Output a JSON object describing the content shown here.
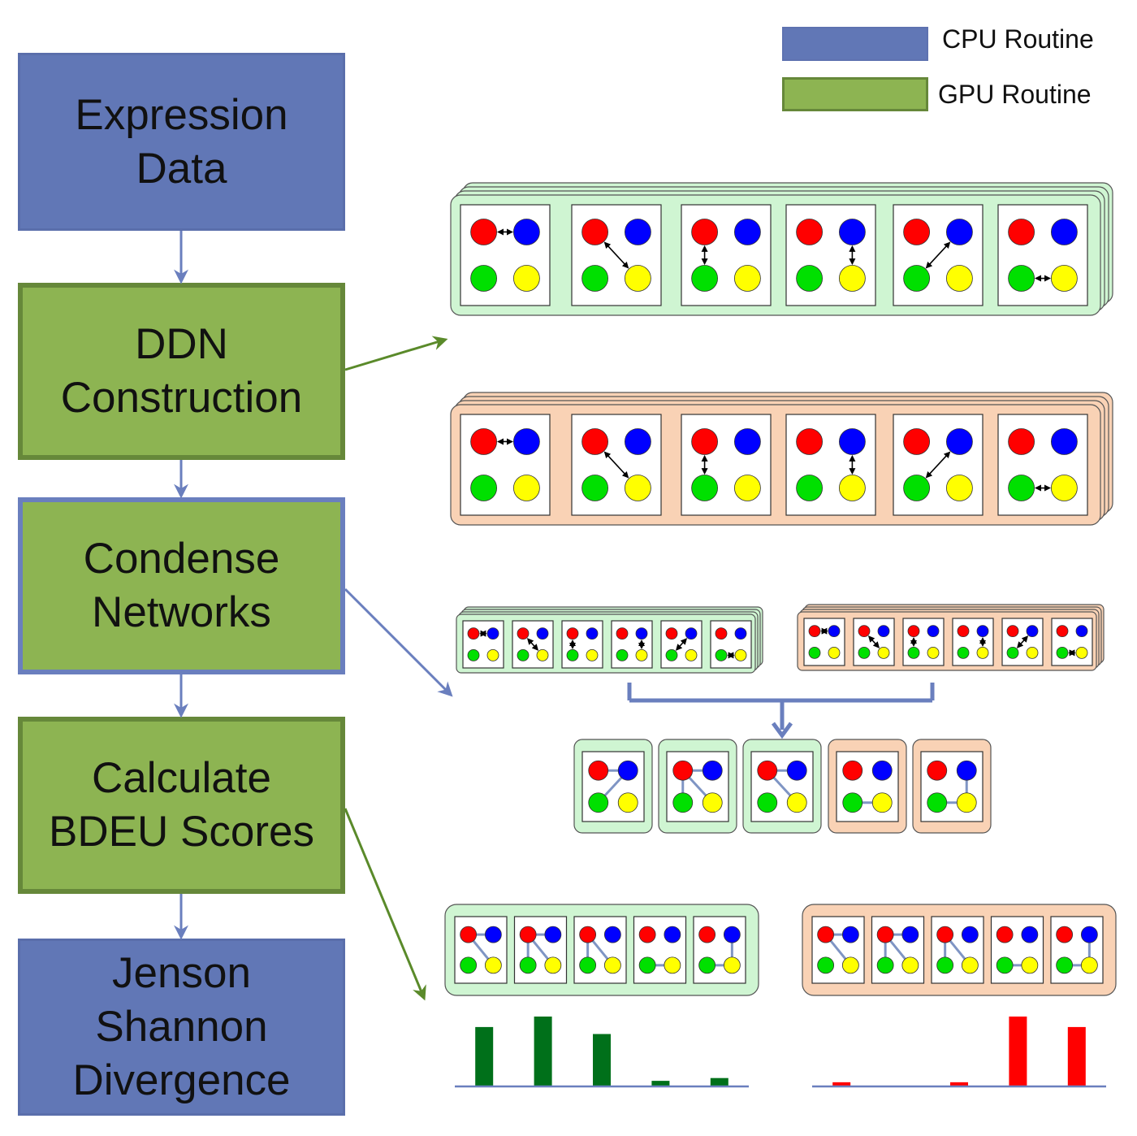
{
  "legend": {
    "cpu_label": "CPU Routine",
    "gpu_label": "GPU Routine",
    "cpu_color": "#6177b6",
    "gpu_color": "#8db452"
  },
  "steps": [
    {
      "line1": "Expression",
      "line2": "Data",
      "routine": "CPU"
    },
    {
      "line1": "DDN",
      "line2": "Construction",
      "routine": "GPU"
    },
    {
      "line1": "Condense",
      "line2": "Networks",
      "routine": "GPU"
    },
    {
      "line1": "Calculate",
      "line2": "BDEU Scores",
      "routine": "GPU"
    },
    {
      "line1": "Jenson",
      "line2": "Shannon",
      "line3": "Divergence",
      "routine": "CPU"
    }
  ],
  "colors": {
    "green_set_fill": "#cff5d2",
    "orange_set_fill": "#f9d2b5",
    "node_red": "#ff0000",
    "node_blue": "#0000ff",
    "node_green": "#00e000",
    "node_yellow": "#ffff00",
    "bar_green": "#00701a",
    "bar_red": "#ff0000"
  },
  "ddn_networks": [
    "red-blue",
    "red-yellow",
    "red-green",
    "blue-yellow",
    "blue-green",
    "green-yellow"
  ],
  "condensed_networks": [
    {
      "set": "green",
      "edges": [
        "red-blue",
        "blue-green"
      ]
    },
    {
      "set": "green",
      "edges": [
        "red-blue",
        "red-green",
        "red-yellow"
      ]
    },
    {
      "set": "green",
      "edges": [
        "red-blue",
        "red-yellow"
      ]
    },
    {
      "set": "orange",
      "edges": [
        "green-yellow"
      ]
    },
    {
      "set": "orange",
      "edges": [
        "green-yellow",
        "blue-yellow"
      ]
    }
  ],
  "bdeu_green_networks": [
    [
      "red-blue",
      "red-yellow"
    ],
    [
      "red-blue",
      "red-green",
      "red-yellow"
    ],
    [
      "red-green",
      "red-yellow"
    ],
    [
      "green-yellow"
    ],
    [
      "green-yellow",
      "blue-yellow"
    ]
  ],
  "bdeu_orange_networks": [
    [
      "red-blue",
      "red-yellow"
    ],
    [
      "red-blue",
      "red-green",
      "red-yellow"
    ],
    [
      "red-green",
      "red-yellow"
    ],
    [
      "green-yellow"
    ],
    [
      "green-yellow",
      "blue-yellow"
    ]
  ],
  "histograms": {
    "green_values": [
      0.85,
      1.0,
      0.75,
      0.08,
      0.12
    ],
    "red_values": [
      0.06,
      0,
      0.06,
      1.0,
      0.85
    ]
  }
}
